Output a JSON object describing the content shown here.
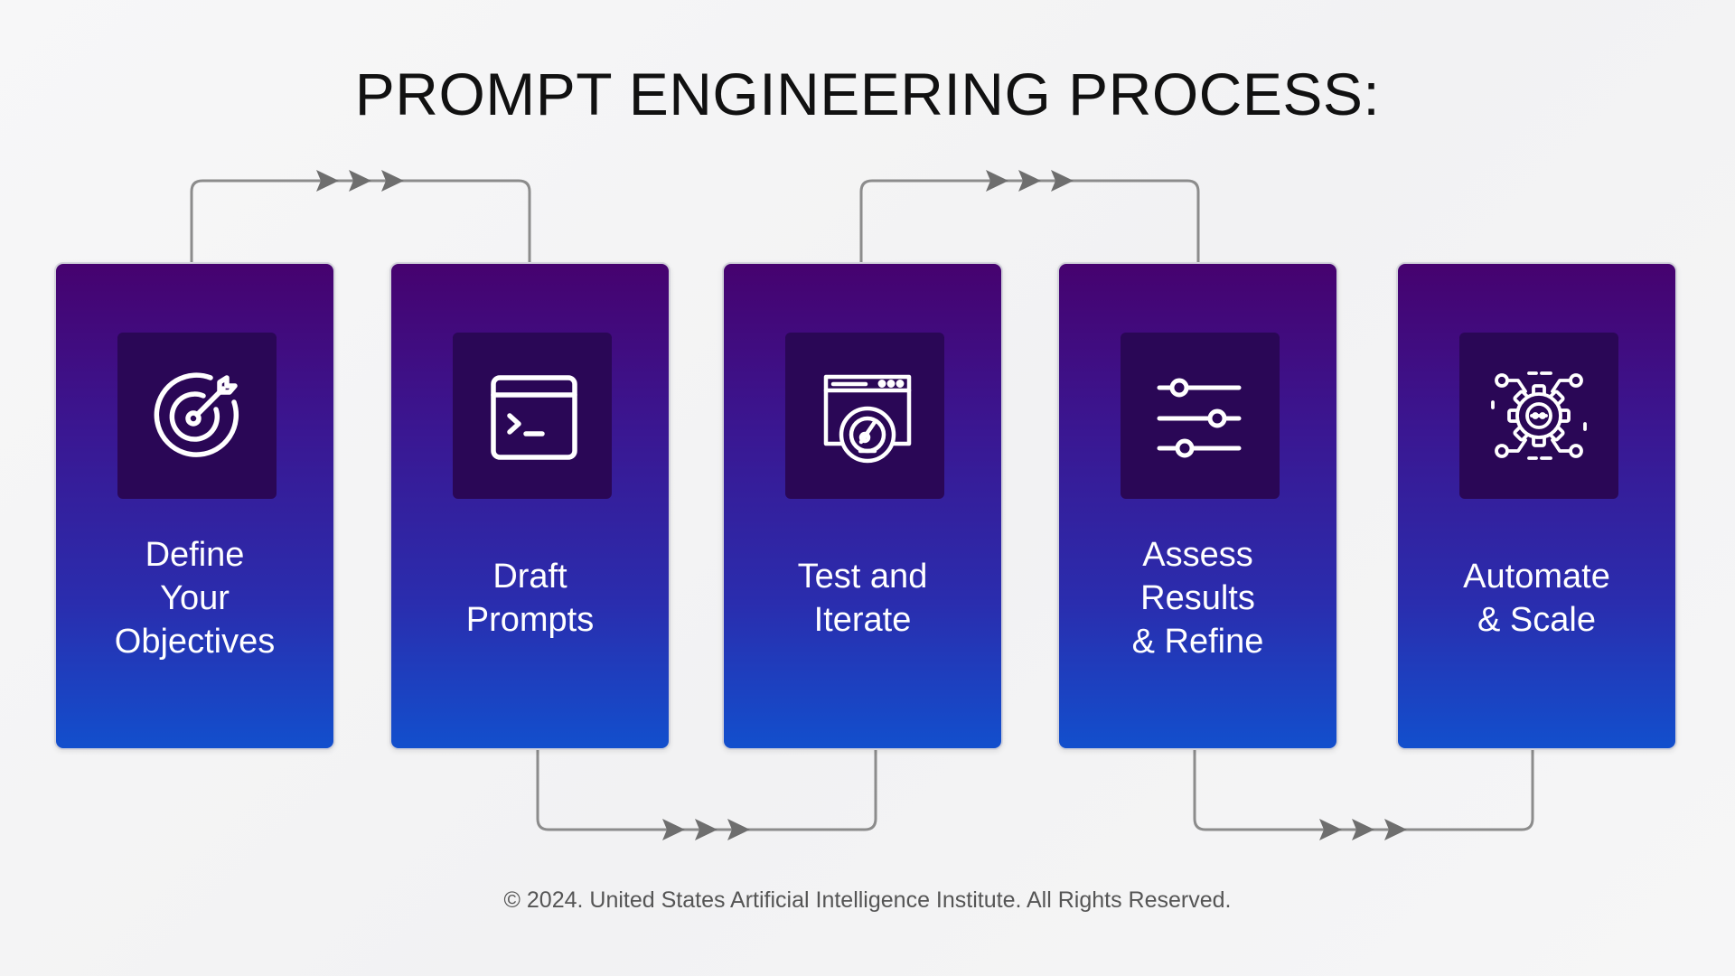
{
  "title": "PROMPT ENGINEERING PROCESS:",
  "steps": [
    {
      "label": "Define\nYour\nObjectives",
      "icon": "target-arrow-icon"
    },
    {
      "label": "Draft\nPrompts",
      "icon": "terminal-window-icon"
    },
    {
      "label": "Test and\nIterate",
      "icon": "browser-speedometer-icon"
    },
    {
      "label": "Assess\nResults\n& Refine",
      "icon": "sliders-icon"
    },
    {
      "label": "Automate\n& Scale",
      "icon": "gear-automation-icon"
    }
  ],
  "footer": "© 2024. United States Artificial Intelligence Institute. All Rights Reserved.",
  "colors": {
    "card_top": "#46026f",
    "card_bottom": "#124fcd",
    "icon_tile": "#2a0756",
    "connector": "#8c8c8c",
    "arrow": "#6e6e6e"
  }
}
